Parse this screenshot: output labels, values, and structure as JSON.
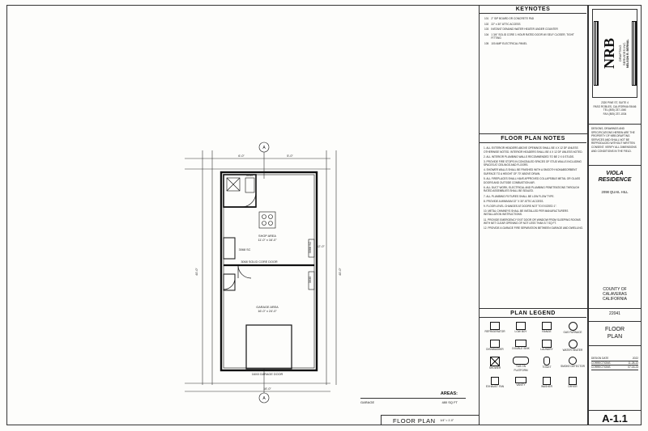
{
  "keynotes": {
    "title": "KEYNOTES",
    "items": [
      {
        "num": "101",
        "text": "2\" SIP BOARD OR CONCRETE PAD"
      },
      {
        "num": "102",
        "text": "22\" x 30\" ATTIC ACCESS"
      },
      {
        "num": "103",
        "text": "INSTANT DEMAND WATER HEATER UNDER COUNTER"
      },
      {
        "num": "104",
        "text": "1 3/4\" SOLID CORE 1 HOUR RATED DOOR W/ SELF CLOSER, TIGHT FITTING"
      },
      {
        "num": "105",
        "text": "100 AMP ELECTRICAL PANEL"
      }
    ]
  },
  "notes": {
    "title": "FLOOR PLAN NOTES",
    "items": [
      "1. ALL EXTERIOR HEADERS ABOVE OPENINGS SHALL BE 4 X 12 DF UNLESS OTHERWISE NOTED. INTERIOR HEADERS SHALL BE 4 X 12 DF UNLESS NOTED.",
      "2. ALL INTERIOR PLUMBING WALLS RECOMMENDED TO BE 2 X 6 STUDS.",
      "3. PROVIDE FIRE STOPS IN CONCEALED SPACES OF STUD WALLS INCLUDING SPACES AT CEILINGS AND FLOORS.",
      "4. SHOWER WALLS SHALL BE FINISHED WITH A SMOOTH NONABSORBENT SURFACE TO A HEIGHT OF 70\" ABOVE DRAIN.",
      "5. ALL FIREPLACES SHALL HAVE APPROVED COLLAPSIBLE METAL OR GLASS DOORS AND OUTSIDE COMBUSTION AIR.",
      "6. ALL DUCT WORK, ELECTRICAL AND PLUMBING PENETRATIONS THROUGH RATED ASSEMBLIES SHALL BE SEALED.",
      "7. ALL PLUMBING FIXTURES SHALL BE LOW FLOW TYPE.",
      "8. PROVIDE A MINIMUM 22\" X 30\" ATTIC ACCESS.",
      "9. FLOOR LEVEL CHANGES AT DOORS NOT TO EXCEED 1\".",
      "10. METAL CHIMNEYS SHALL BE INSTALLED PER MANUFACTURERS INSTALLATION INSTRUCTIONS.",
      "11. PROVIDE EMERGENCY EXIT DOOR OR WINDOW FROM SLEEPING ROOMS WITH NET CLEAR OPENING OF NOT LESS THAN 5.7 SQ FT.",
      "12. PROVIDE A GARAGE FIRE SEPARATION BETWEEN GARAGE AND DWELLING."
    ]
  },
  "legend": {
    "title": "PLAN LEGEND",
    "items": [
      "REFRIGERATOR",
      "LOW BOY",
      "RANGE",
      "GAS FURNACE",
      "DISHWASHER",
      "DOUBLE SINK",
      "LAUNDRY",
      "WATER HEATER",
      "SHOWER",
      "TUB ON PLATFORM",
      "TOILET",
      "SMOKE DETECTOR",
      "EXHAUST FAN",
      "VANITY",
      "WASHER",
      "DRYER"
    ]
  },
  "company": {
    "logo": "NRB",
    "line1": "DRAFTING",
    "line2": "SERVICES INC.",
    "owner": "NELSON R. BERNAL",
    "address": [
      "2320 PINE ST, SUITE 4",
      "PASO ROBLES, CALIFORNIA 93446",
      "TEL (805) 237-1040",
      "FAX (805) 237-1034"
    ],
    "disclaimer": "DESIGNS, DRAWINGS AND SPECIFICATIONS HEREIN ARE THE PROPERTY OF NRB DRAFTING SERVICES AND SHALL NOT BE REPRODUCED WITHOUT WRITTEN CONSENT. VERIFY ALL DIMENSIONS AND CONDITIONS IN THE FIELD."
  },
  "project": {
    "name": "VIOLA RESIDENCE",
    "address": "2098 QUAIL HILL",
    "county": "COUNTY OF CALAVERAS CALIFORNIA",
    "job": "22041",
    "sheet_title": "FLOOR PLAN",
    "sheet": "A-1.1"
  },
  "revisions": [
    {
      "label": "DESIGN DATE",
      "value": "2022"
    },
    {
      "label": "CORRECTIONS",
      "value": "11-28-22"
    },
    {
      "label": "CORRECTIONS",
      "value": "07-18-23"
    }
  ],
  "plan": {
    "title": "FLOOR PLAN",
    "scale": "1/4\" = 1'-0\"",
    "areas_title": "AREAS:",
    "areas": [
      {
        "label": "GARAGE",
        "value": "480 SQ FT"
      }
    ],
    "rooms": [
      {
        "name": "SHOP AREA",
        "dims": "11'-0\" x 16'-0\""
      },
      {
        "name": "GARAGE AREA",
        "dims": "16'-0\" x 24'-0\""
      }
    ],
    "labels": {
      "door1": "3068 SOLID CORE DOOR",
      "door2": "3068 SC",
      "door3": "3068 SC",
      "garage_door": "16X8 GARAGE DOOR",
      "dim_top": "6'-0\"",
      "dim_top2": "5'-0\"",
      "dim_total_left": "40'-0\"",
      "dim_total_right": "40'-0\"",
      "dim_bottom": "16'-0\"",
      "dim_side": "12'-0\"",
      "window1": "3030",
      "window2": "3030"
    }
  }
}
